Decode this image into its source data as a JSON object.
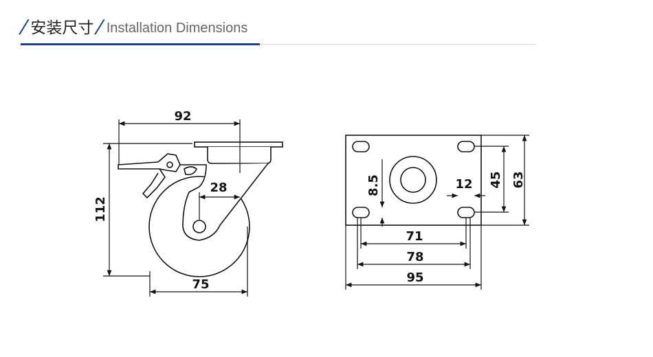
{
  "header": {
    "slash_left": "/",
    "title_cn": "安装尺寸",
    "slash_mid": "/",
    "title_en": "Installation Dimensions"
  },
  "side_view": {
    "dim_top_width": "92",
    "dim_height": "112",
    "dim_offset": "28",
    "dim_wheel": "75"
  },
  "plate_view": {
    "dim_small_vertical": "8.5",
    "dim_hole": "12",
    "dim_hole_spacing_v": "45",
    "dim_plate_height": "63",
    "dim_hole_spacing_h": "71",
    "dim_slot_outer": "78",
    "dim_plate_width": "95"
  }
}
